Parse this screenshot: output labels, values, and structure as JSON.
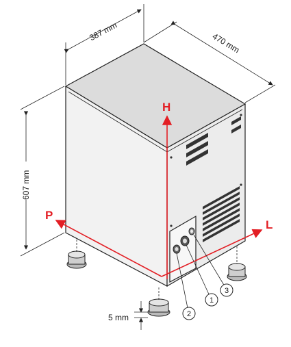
{
  "dimensions": {
    "width_label": "387 mm",
    "depth_label": "470 mm",
    "height_label": "607 mm",
    "foot_label": "5 mm"
  },
  "axes": {
    "height": "H",
    "left": "P",
    "right": "L"
  },
  "callouts": [
    "1",
    "2",
    "3"
  ],
  "colors": {
    "axis_red": "#e31e24",
    "top_face": "#dcdcdc",
    "left_face": "#f2f2f2",
    "right_face": "#ececec",
    "line": "#222222"
  }
}
